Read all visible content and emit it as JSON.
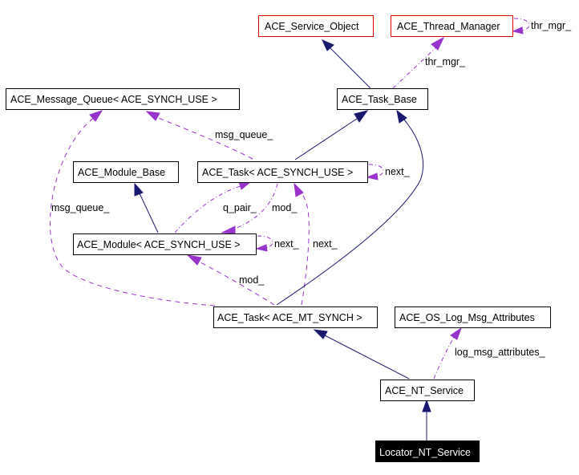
{
  "diagram": {
    "title": "Locator_NT_Service collaboration graph",
    "colors": {
      "inherit_edge": "#191970",
      "member_edge": "#9a32cd",
      "external_border": "#e00000",
      "focus_fill": "#000000"
    },
    "nodes": [
      {
        "id": "service_object",
        "label": "ACE_Service_Object",
        "style": "ext"
      },
      {
        "id": "thread_manager",
        "label": "ACE_Thread_Manager",
        "style": "ext"
      },
      {
        "id": "message_queue",
        "label": "ACE_Message_Queue< ACE_SYNCH_USE >",
        "style": "normal"
      },
      {
        "id": "task_base",
        "label": "ACE_Task_Base",
        "style": "normal"
      },
      {
        "id": "module_base",
        "label": "ACE_Module_Base",
        "style": "normal"
      },
      {
        "id": "task_synch_use",
        "label": "ACE_Task< ACE_SYNCH_USE >",
        "style": "normal"
      },
      {
        "id": "module_synch_use",
        "label": "ACE_Module< ACE_SYNCH_USE >",
        "style": "normal"
      },
      {
        "id": "task_mt_synch",
        "label": "ACE_Task< ACE_MT_SYNCH >",
        "style": "normal"
      },
      {
        "id": "os_log_msg_attributes",
        "label": "ACE_OS_Log_Msg_Attributes",
        "style": "normal"
      },
      {
        "id": "nt_service",
        "label": "ACE_NT_Service",
        "style": "normal"
      },
      {
        "id": "locator_nt_service",
        "label": "Locator_NT_Service",
        "style": "focus"
      }
    ],
    "edges": [
      {
        "from": "task_base",
        "to": "service_object",
        "kind": "inherit",
        "label": ""
      },
      {
        "from": "task_base",
        "to": "thread_manager",
        "kind": "member",
        "label": "thr_mgr_"
      },
      {
        "from": "thread_manager",
        "to": "thread_manager",
        "kind": "member",
        "label": "thr_mgr_"
      },
      {
        "from": "task_synch_use",
        "to": "message_queue",
        "kind": "member",
        "label": "msg_queue_"
      },
      {
        "from": "task_synch_use",
        "to": "task_base",
        "kind": "inherit",
        "label": ""
      },
      {
        "from": "task_synch_use",
        "to": "task_synch_use",
        "kind": "member",
        "label": "next_"
      },
      {
        "from": "module_synch_use",
        "to": "module_base",
        "kind": "inherit",
        "label": ""
      },
      {
        "from": "module_synch_use",
        "to": "task_synch_use",
        "kind": "member",
        "label": "q_pair_"
      },
      {
        "from": "task_synch_use",
        "to": "module_synch_use",
        "kind": "member",
        "label": "mod_"
      },
      {
        "from": "module_synch_use",
        "to": "module_synch_use",
        "kind": "member",
        "label": "next_"
      },
      {
        "from": "task_mt_synch",
        "to": "task_synch_use",
        "kind": "member",
        "label": "next_"
      },
      {
        "from": "task_mt_synch",
        "to": "message_queue",
        "kind": "member",
        "label": "msg_queue_"
      },
      {
        "from": "task_mt_synch",
        "to": "module_synch_use",
        "kind": "member",
        "label": "mod_"
      },
      {
        "from": "task_mt_synch",
        "to": "task_base",
        "kind": "inherit",
        "label": ""
      },
      {
        "from": "nt_service",
        "to": "task_mt_synch",
        "kind": "inherit",
        "label": ""
      },
      {
        "from": "nt_service",
        "to": "os_log_msg_attributes",
        "kind": "member",
        "label": "log_msg_attributes_"
      },
      {
        "from": "locator_nt_service",
        "to": "nt_service",
        "kind": "inherit",
        "label": ""
      }
    ]
  }
}
